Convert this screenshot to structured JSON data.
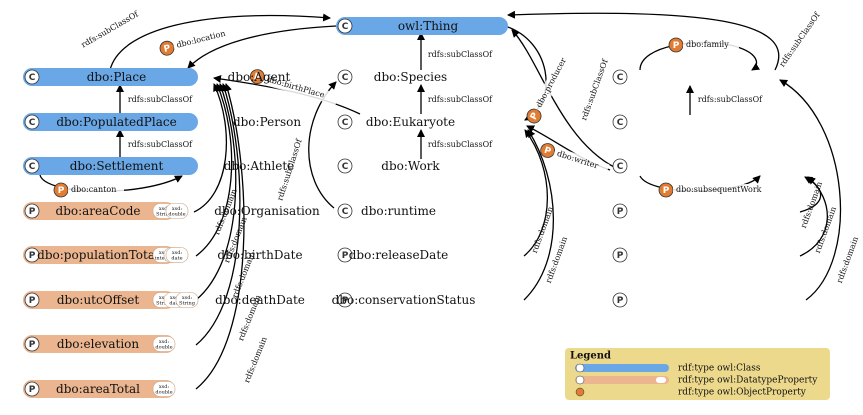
{
  "classes": [
    {
      "id": "owl_thing",
      "label": "owl:Thing"
    },
    {
      "id": "place",
      "label": "dbo:Place"
    },
    {
      "id": "populated",
      "label": "dbo:PopulatedPlace"
    },
    {
      "id": "settlement",
      "label": "dbo:Settlement"
    },
    {
      "id": "agent",
      "label": "dbo:Agent"
    },
    {
      "id": "person",
      "label": "dbo:Person"
    },
    {
      "id": "athlete",
      "label": "dbo:Athlete"
    },
    {
      "id": "organisation",
      "label": "dbo:Organisation"
    },
    {
      "id": "species",
      "label": "dbo:Species"
    },
    {
      "id": "eukaryote",
      "label": "dbo:Eukaryote"
    },
    {
      "id": "work",
      "label": "dbo:Work"
    }
  ],
  "datatype_properties": [
    {
      "id": "areaCode",
      "label": "dbo:areaCode",
      "type": [
        "xsd:",
        "String"
      ]
    },
    {
      "id": "populationTotal",
      "label": "dbo:populationTotal",
      "type": [
        "xsd:",
        "integer"
      ]
    },
    {
      "id": "utcOffset",
      "label": "dbo:utcOffset",
      "type": [
        "xsd:",
        "String"
      ]
    },
    {
      "id": "elevation",
      "label": "dbo:elevation",
      "type": [
        "xsd:",
        "double"
      ]
    },
    {
      "id": "areaTotal",
      "label": "dbo:areaTotal",
      "type": [
        "xsd:",
        "double"
      ]
    },
    {
      "id": "birthDate",
      "label": "dbo:birthDate",
      "type": [
        "xsd:",
        "date"
      ]
    },
    {
      "id": "deathDate",
      "label": "dbo:deathDate",
      "type": [
        "xsd:",
        "date"
      ]
    },
    {
      "id": "runtime",
      "label": "dbo:runtime",
      "type": [
        "xsd:",
        "double"
      ]
    },
    {
      "id": "releaseDate",
      "label": "dbo:releaseDate",
      "type": [
        "xsd:",
        "date"
      ]
    },
    {
      "id": "conservationStatus",
      "label": "dbo:conservationStatus",
      "type": [
        "xsd:",
        "String"
      ]
    }
  ],
  "object_properties": [
    {
      "id": "location",
      "label": "dbo:location"
    },
    {
      "id": "birthPlace",
      "label": "dbo:birthPlace"
    },
    {
      "id": "canton",
      "label": "dbo:canton"
    },
    {
      "id": "producer",
      "label": "dbo:producer"
    },
    {
      "id": "writer",
      "label": "dbo:writer"
    },
    {
      "id": "family",
      "label": "dbo:family"
    },
    {
      "id": "subsequentWork",
      "label": "dbo:subsequentWork"
    }
  ],
  "edge_labels": {
    "subclass": "rdfs:subClassOf",
    "domain": "rdfs:domain"
  },
  "badges": {
    "class": "C",
    "property": "P"
  },
  "legend": {
    "title": "Legend",
    "class_entry": "rdf:type owl:Class",
    "datatype_entry": "rdf:type owl:DatatypeProperty",
    "object_entry": "rdf:type owl:ObjectProperty"
  },
  "colors": {
    "class_fill": "#6aa7e6",
    "property_fill": "#eab58f",
    "object_badge": "#e07d32",
    "legend_fill": "#ecd98c"
  }
}
